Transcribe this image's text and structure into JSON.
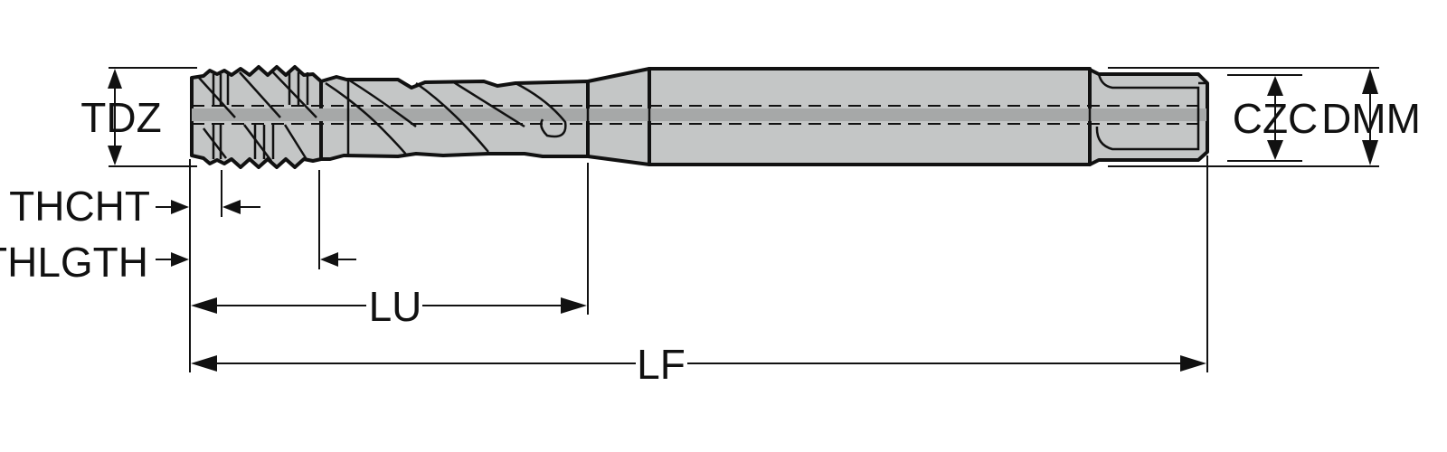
{
  "labels": {
    "tdz": "TDZ",
    "thcht": "THCHT",
    "thlgth": "THLGTH",
    "lu": "LU",
    "lf": "LF",
    "czc": "CZC",
    "dmm": "DMM"
  },
  "colors": {
    "tool_fill": "#c4c6c6",
    "axis_band": "#a6a8a8",
    "line": "#111111"
  }
}
